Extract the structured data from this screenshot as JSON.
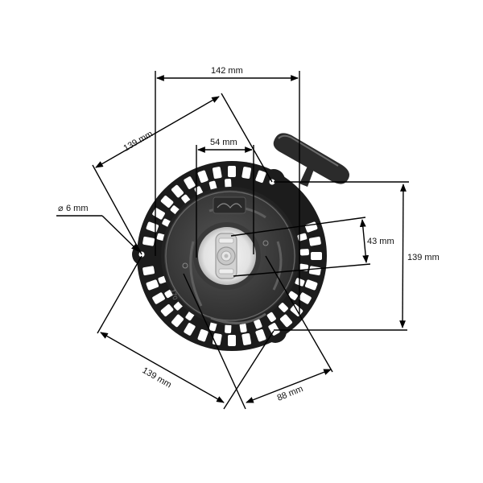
{
  "diagram": {
    "subject": "recoil starter (pull starter) with T-handle",
    "colors": {
      "background": "#ffffff",
      "line": "#000000",
      "housing": "#1a1a1a",
      "inner_disc": "#3a3a3a",
      "hub": "#e8e8e8"
    },
    "dimensions": {
      "top_width": {
        "label": "142 mm"
      },
      "diagonal_upper": {
        "label": "139 mm"
      },
      "inner_width": {
        "label": "54 mm"
      },
      "hole_diameter": {
        "label": "6 mm",
        "symbol": "⌀"
      },
      "hub_height": {
        "label": "43 mm"
      },
      "right_height": {
        "label": "139 mm"
      },
      "diagonal_lower": {
        "label": "139 mm"
      },
      "lower_right": {
        "label": "88 mm"
      }
    },
    "embossed_text": [
      "170"
    ]
  }
}
